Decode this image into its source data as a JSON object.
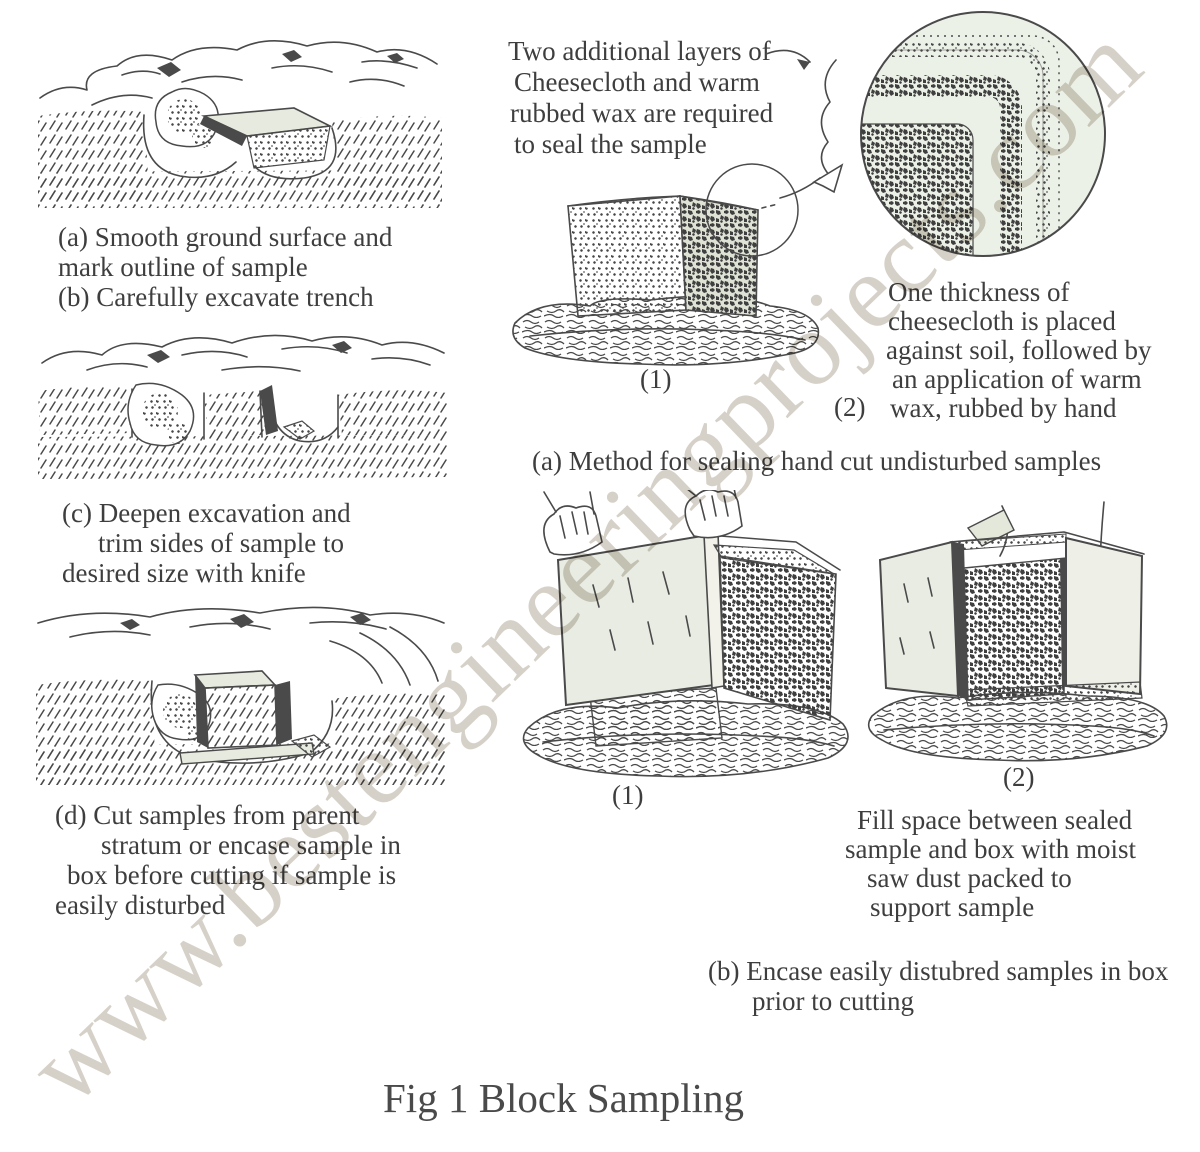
{
  "watermark": {
    "text": "www.bestengineeringprojects.com"
  },
  "title": "Fig 1 Block Sampling",
  "left_column": {
    "caption_ab": {
      "line1": "(a) Smooth ground surface and",
      "line2": "mark outline of sample",
      "line3": "(b) Carefully excavate trench"
    },
    "caption_c": {
      "line1": "(c) Deepen excavation and",
      "line2": "trim sides of sample to",
      "line3": "desired size with knife"
    },
    "caption_d": {
      "line1": "(d) Cut samples from parent",
      "line2": "stratum or encase sample in",
      "line3": "box before cutting if sample is",
      "line4": "easily disturbed"
    }
  },
  "right_column": {
    "seal_note": {
      "line1": "Two additional layers of",
      "line2": "Cheesecloth and warm",
      "line3": "rubbed wax are required",
      "line4": "to seal the sample"
    },
    "block_label": "(1)",
    "cheesecloth_note": {
      "label": "(2)",
      "line1": "One thickness of",
      "line2": "cheesecloth is placed",
      "line3": "against soil, followed by",
      "line4": "an application of warm",
      "line5": "wax, rubbed by hand"
    },
    "caption_seal": "(a) Method for sealing hand cut undisturbed samples",
    "box1_label": "(1)",
    "box2_label": "(2)",
    "sawdust_note": {
      "line1": "Fill space between sealed",
      "line2": "sample and box with moist",
      "line3": "saw dust packed to",
      "line4": "support sample"
    },
    "caption_encase": {
      "line1": "(b) Encase easily distubred samples in box",
      "line2": "prior to cutting"
    }
  },
  "colors": {
    "ink": "#4a4a4a",
    "text": "#3e3e3e",
    "paper": "#ffffff",
    "tint": "#e7ebdf",
    "watermark": "#cfc9be"
  }
}
